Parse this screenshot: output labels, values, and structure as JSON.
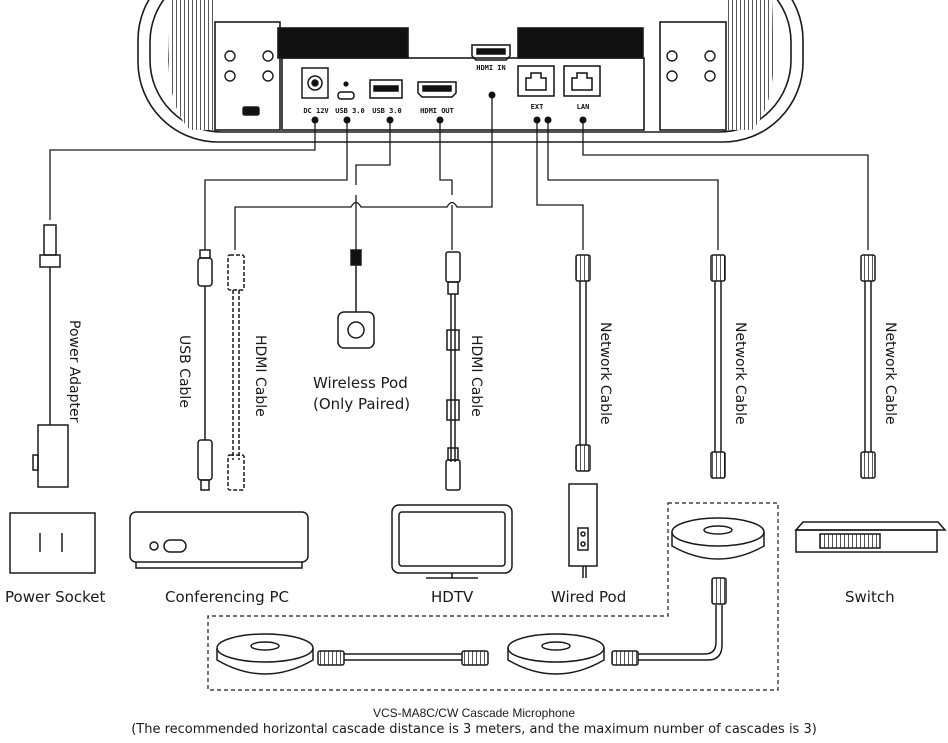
{
  "device": {
    "ports": {
      "dc": "DC 12V",
      "usb_c": "USB 3.0",
      "usb_a": "USB 3.0",
      "hdmi_out": "HDMI OUT",
      "hdmi_in": "HDMI IN",
      "ext": "EXT",
      "lan": "LAN"
    }
  },
  "cables": {
    "power_adapter": "Power Adapter",
    "usb_cable": "USB Cable",
    "hdmi_cable_pc": "HDMI Cable",
    "hdmi_cable_tv": "HDMI Cable",
    "network_cable_pod": "Network Cable",
    "network_cable_mic": "Network Cable",
    "network_cable_switch": "Network Cable"
  },
  "endpoints": {
    "power_socket": "Power Socket",
    "conferencing_pc": "Conferencing PC",
    "wireless_pod_line1": "Wireless Pod",
    "wireless_pod_line2": "(Only Paired)",
    "hdtv": "HDTV",
    "wired_pod": "Wired Pod",
    "switch": "Switch"
  },
  "caption": {
    "title": "VCS-MA8C/CW Cascade Microphone",
    "note": "(The recommended horizontal cascade distance is 3 meters, and the maximum number of cascades is 3)"
  },
  "colors": {
    "line": "#1a1a1a",
    "background": "#ffffff"
  }
}
